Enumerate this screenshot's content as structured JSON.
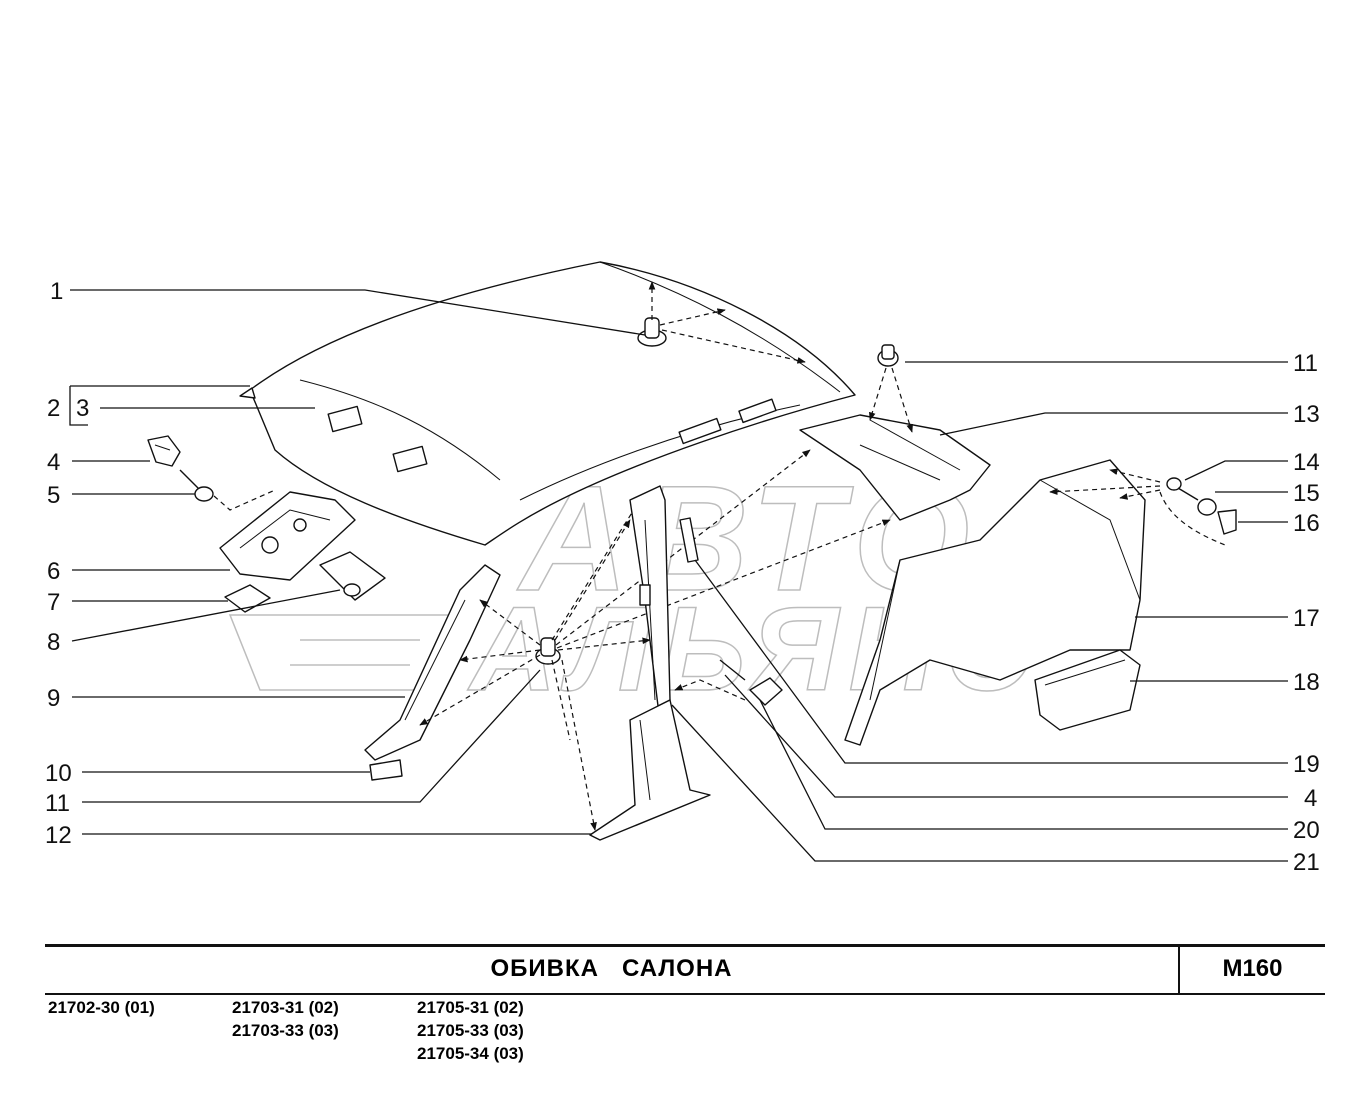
{
  "title": "ОБИВКА   САЛОНА",
  "code": "M160",
  "watermark": [
    "АВТО",
    "АЛЬЯНС"
  ],
  "models": {
    "col1": [
      "21702-30 (01)"
    ],
    "col2": [
      "21703-31 (02)",
      "21703-33 (03)"
    ],
    "col3": [
      "21705-31 (02)",
      "21705-33 (03)",
      "21705-34 (03)"
    ]
  },
  "callouts_left": [
    "1",
    "2",
    "3",
    "4",
    "5",
    "6",
    "7",
    "8",
    "9",
    "10",
    "11",
    "12"
  ],
  "callouts_right": [
    "11",
    "13",
    "14",
    "15",
    "16",
    "17",
    "18",
    "19",
    "4",
    "20",
    "21"
  ]
}
